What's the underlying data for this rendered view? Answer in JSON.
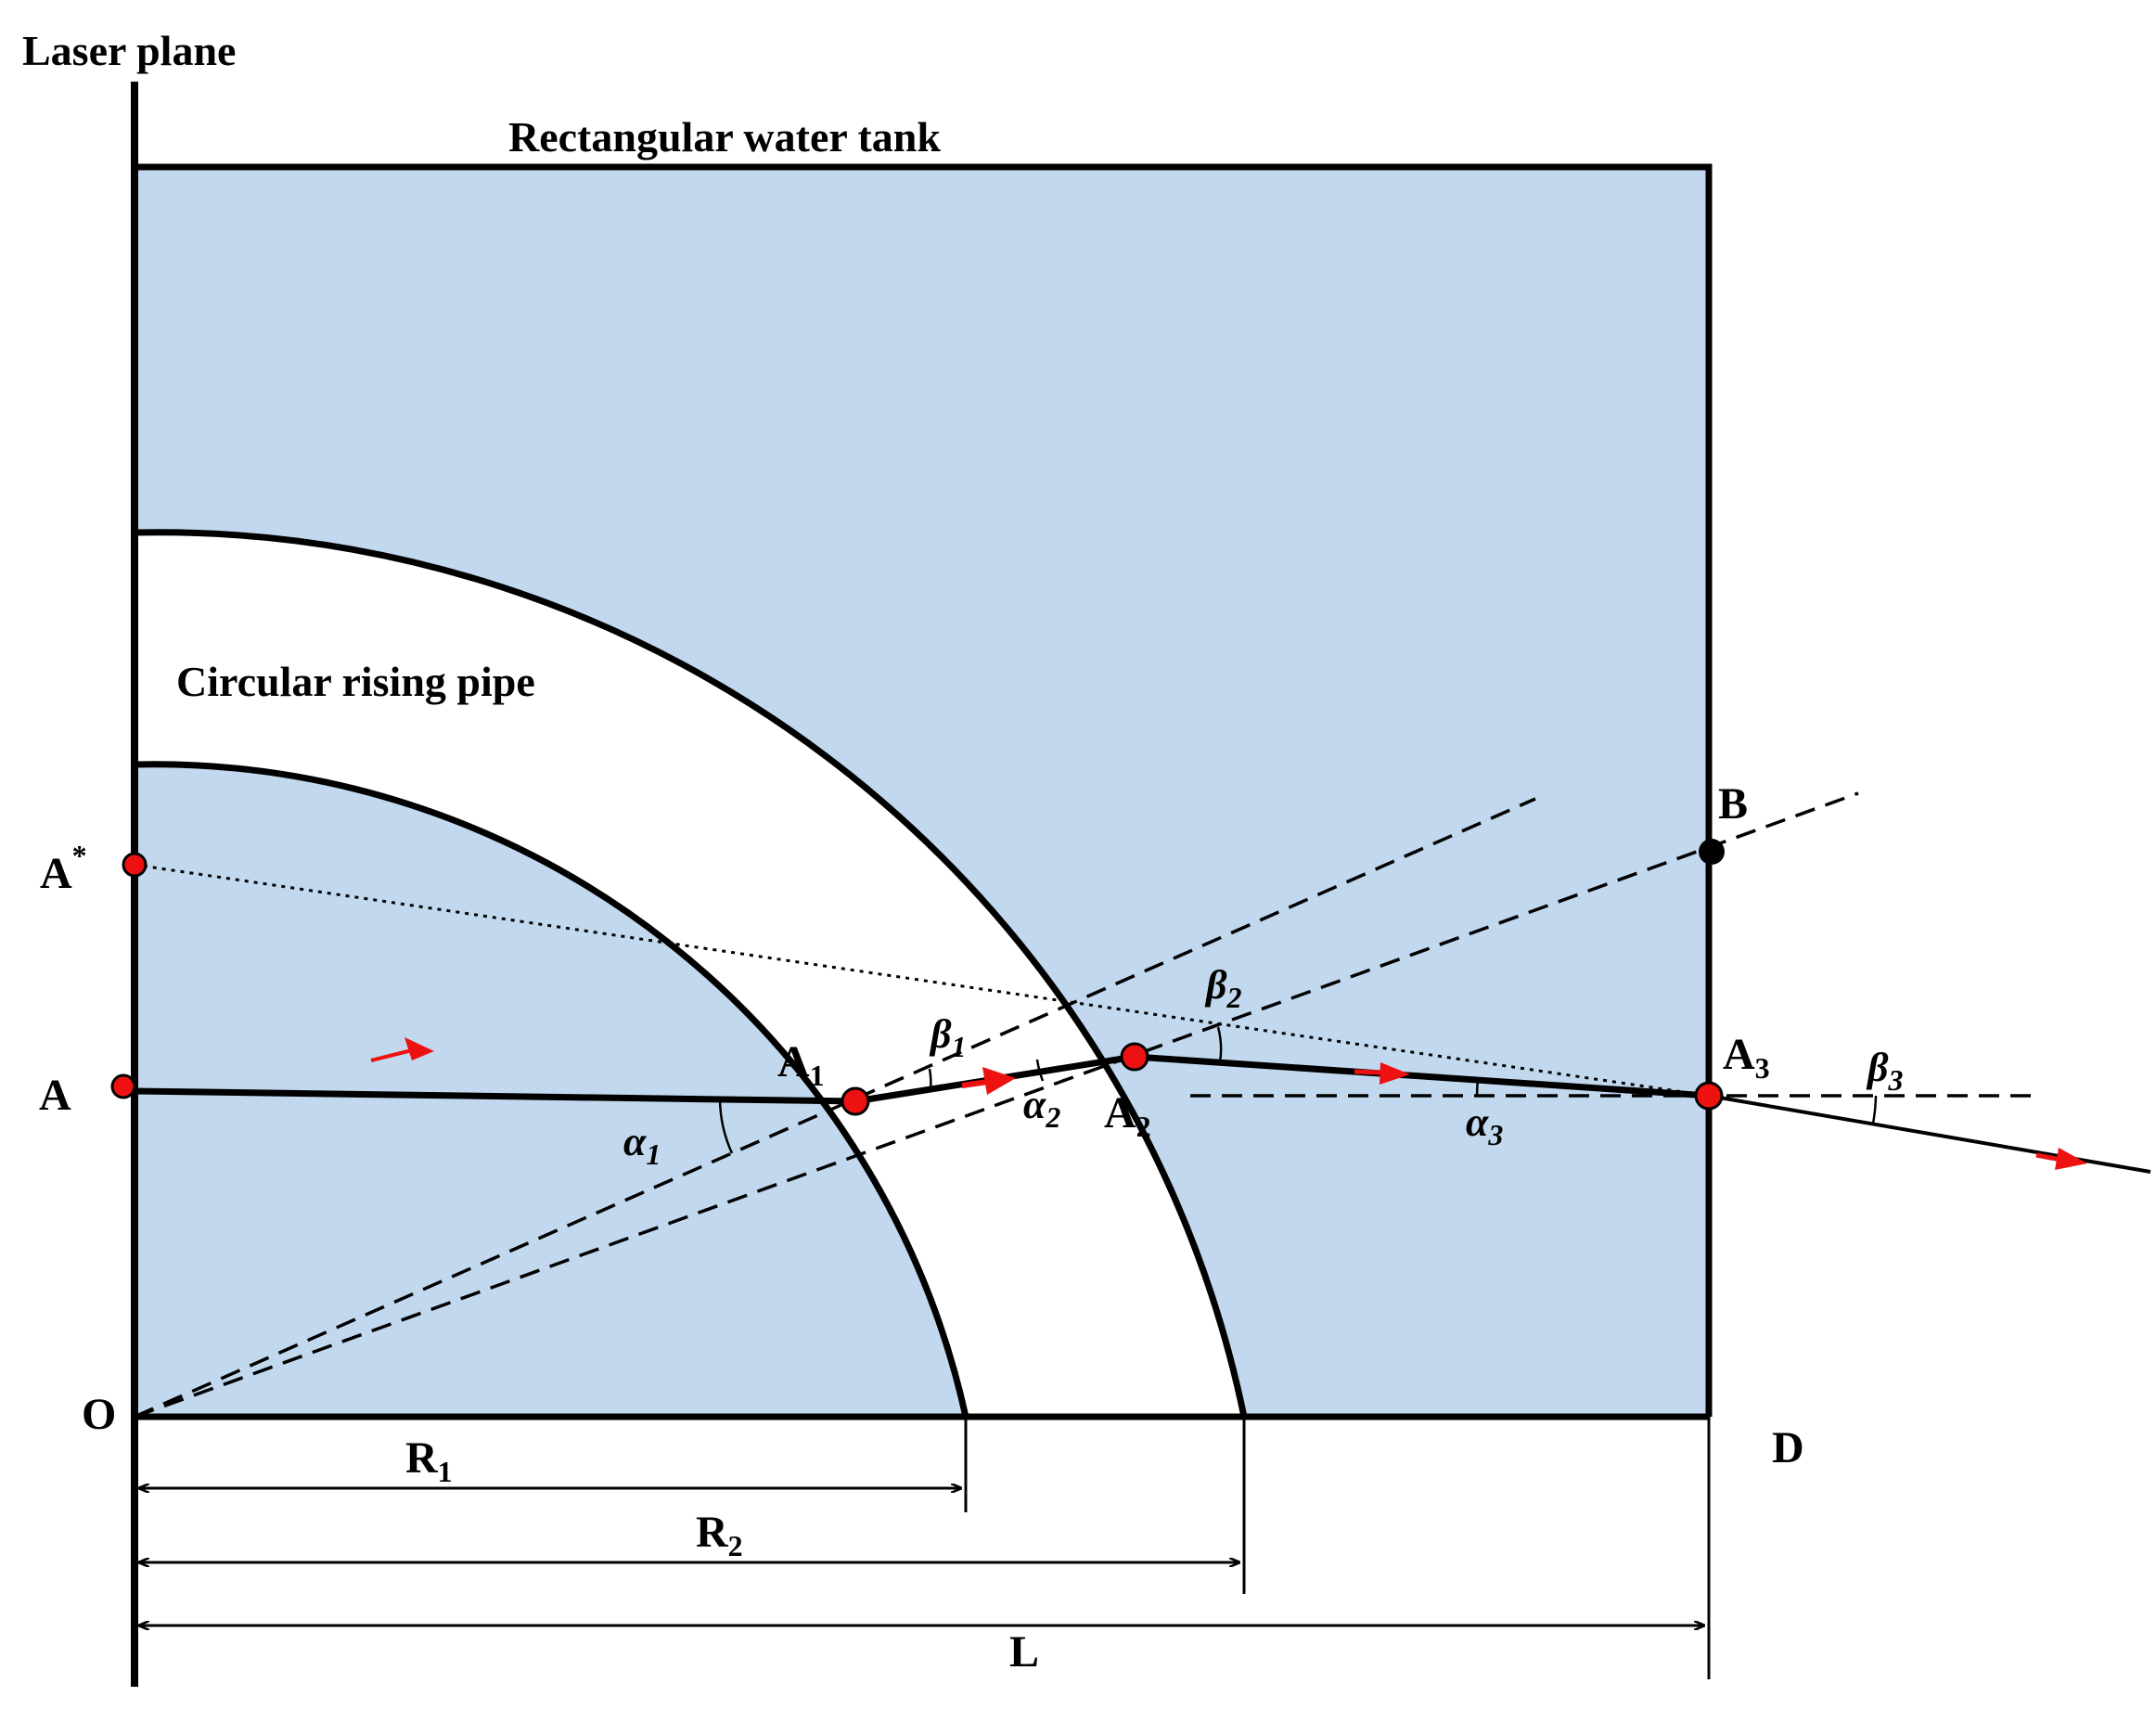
{
  "labels": {
    "laser_plane": "Laser plane",
    "tank": "Rectangular water tank",
    "pipe": "Circular rising pipe",
    "point_a_star": "A",
    "point_a_star_sup": "*",
    "point_a": "A",
    "point_a1": "A",
    "point_a1_sub": "1",
    "point_a2": "A",
    "point_a2_sub": "2",
    "point_a3": "A",
    "point_a3_sub": "3",
    "point_b": "B",
    "point_o": "O",
    "point_d": "D",
    "angle_alpha1": "α",
    "angle_alpha1_sub": "1",
    "angle_alpha2": "α",
    "angle_alpha2_sub": "2",
    "angle_alpha3": "α",
    "angle_alpha3_sub": "3",
    "angle_beta1": "β",
    "angle_beta1_sub": "1",
    "angle_beta2": "β",
    "angle_beta2_sub": "2",
    "angle_beta3": "β",
    "angle_beta3_sub": "3",
    "dim_r1": "R",
    "dim_r1_sub": "1",
    "dim_r2": "R",
    "dim_r2_sub": "2",
    "dim_l": "L"
  },
  "colors": {
    "water": "#c2d8ee",
    "pipe_wall": "#ffffff",
    "line": "#000000",
    "arrow": "#ee1111",
    "point_fill": "#ee1111"
  }
}
